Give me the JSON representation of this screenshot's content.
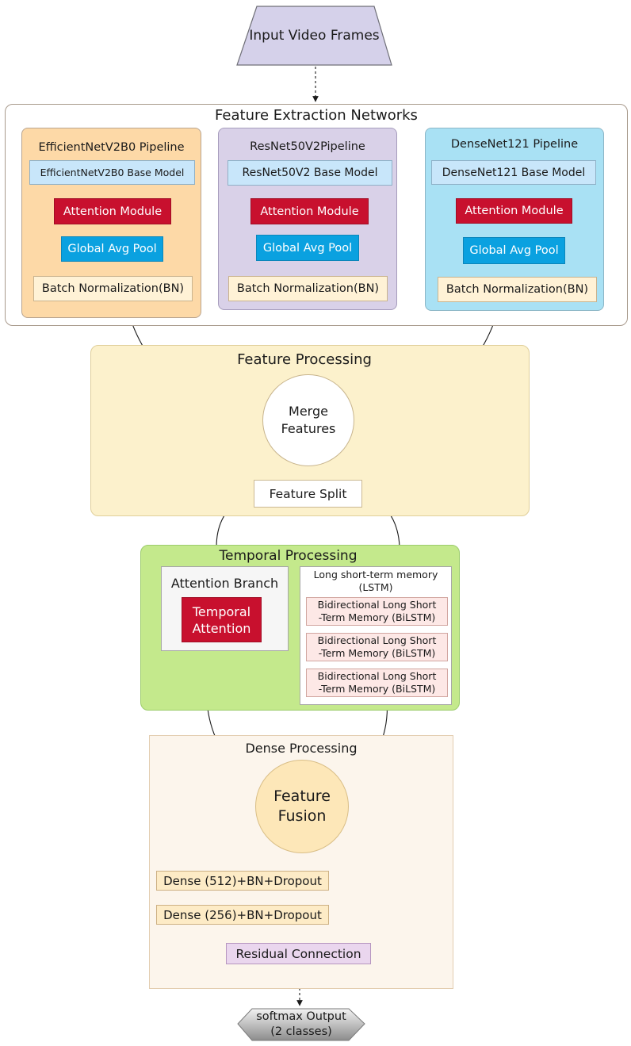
{
  "input": {
    "label": "Input Video Frames",
    "fill": "#d5d1ea"
  },
  "feature_extraction": {
    "title": "Feature Extraction Networks",
    "pipelines": [
      {
        "title": "EfficientNetV2B0 Pipeline",
        "base": "EfficientNetV2B0 Base Model",
        "attention": "Attention Module",
        "pool": "Global Avg Pool",
        "bn": "Batch Normalization(BN)",
        "color": "#fdd9a7"
      },
      {
        "title": "ResNet50V2Pipeline",
        "base": "ResNet50V2 Base Model",
        "attention": "Attention Module",
        "pool": "Global Avg Pool",
        "bn": "Batch Normalization(BN)",
        "color": "#d9d1e8"
      },
      {
        "title": "DenseNet121 Pipeline",
        "base": "DenseNet121 Base Model",
        "attention": "Attention Module",
        "pool": "Global Avg Pool",
        "bn": "Batch Normalization(BN)",
        "color": "#a9e1f4"
      }
    ]
  },
  "feature_processing": {
    "title": "Feature Processing",
    "merge": "Merge\nFeatures",
    "split": "Feature Split"
  },
  "temporal_processing": {
    "title": "Temporal Processing",
    "attention_branch": {
      "title": "Attention Branch",
      "block": "Temporal\nAttention"
    },
    "lstm": {
      "title": "Long short-term memory\n(LSTM)",
      "blocks": [
        "Bidirectional Long Short\n-Term Memory (BiLSTM)",
        "Bidirectional Long Short\n-Term Memory (BiLSTM)",
        "Bidirectional Long Short\n-Term Memory (BiLSTM)"
      ]
    }
  },
  "dense_processing": {
    "title": "Dense Processing",
    "fusion": "Feature\nFusion",
    "dense": [
      "Dense (512)+BN+Dropout",
      "Dense (256)+BN+Dropout"
    ],
    "residual": "Residual Connection"
  },
  "output": {
    "label": "softmax Output\n(2 classes)"
  }
}
